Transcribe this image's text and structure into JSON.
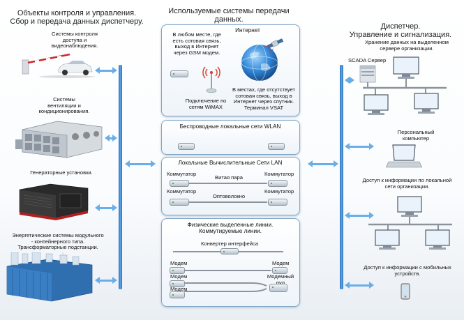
{
  "left": {
    "title": "Объекты контроля и управления.\nСбор и передача данных диспетчеру.",
    "access_label": "Системы контроля\nдоступа и\nвидеонаблюдения.",
    "hvac_label": "Системы\nвентиляции и\nкондиционирования.",
    "generator_label": "Генераторные установки.",
    "energy_label": "Энергетические системы модульного\n- контейнерного типа.\nТрансформаторные подстанции."
  },
  "center": {
    "title": "Используемые системы передачи\nданных.",
    "internet": {
      "title": "Интернет",
      "gsm_text": "В любом месте, где\nесть сотовая связь,\nвыход в Интернет\nчерез GSM модем.",
      "wimax_text": "Подключение по\nсетям WiMAX",
      "vsat_text": "В местах, где отсутствует\nсотовая связь, выход в\nИнтернет через спутник.\nТерминал VSAT"
    },
    "wlan": {
      "title": "Беспроводные локальные сети WLAN"
    },
    "lan": {
      "title": "Локальные Вычислительные Сети LAN",
      "switch_label": "Коммутатор",
      "twisted_pair": "Витая пара",
      "fiber": "Оптоволокно"
    },
    "physical": {
      "title": "Физические выделенные линии.\nКоммутируемые линии.",
      "converter": "Конвертер интерфейса",
      "modem": "Модем",
      "modem_pool": "Модемный\nпул"
    }
  },
  "right": {
    "title": "Диспетчер.\nУправление и сигнализация.",
    "server_storage": "Хранение данных на выделенном\nсервере организации.",
    "scada": "SCADA Сервер",
    "pc": "Персональный\nкомпьютер",
    "lan_access": "Доступ к информации по локальной\nсети организации.",
    "mobile_access": "Доступ к информации с мобильных\nустройств."
  },
  "colors": {
    "accent": "#5ea4e8",
    "bar": "#2a6fb8",
    "panel_border": "#7ea6c8"
  }
}
